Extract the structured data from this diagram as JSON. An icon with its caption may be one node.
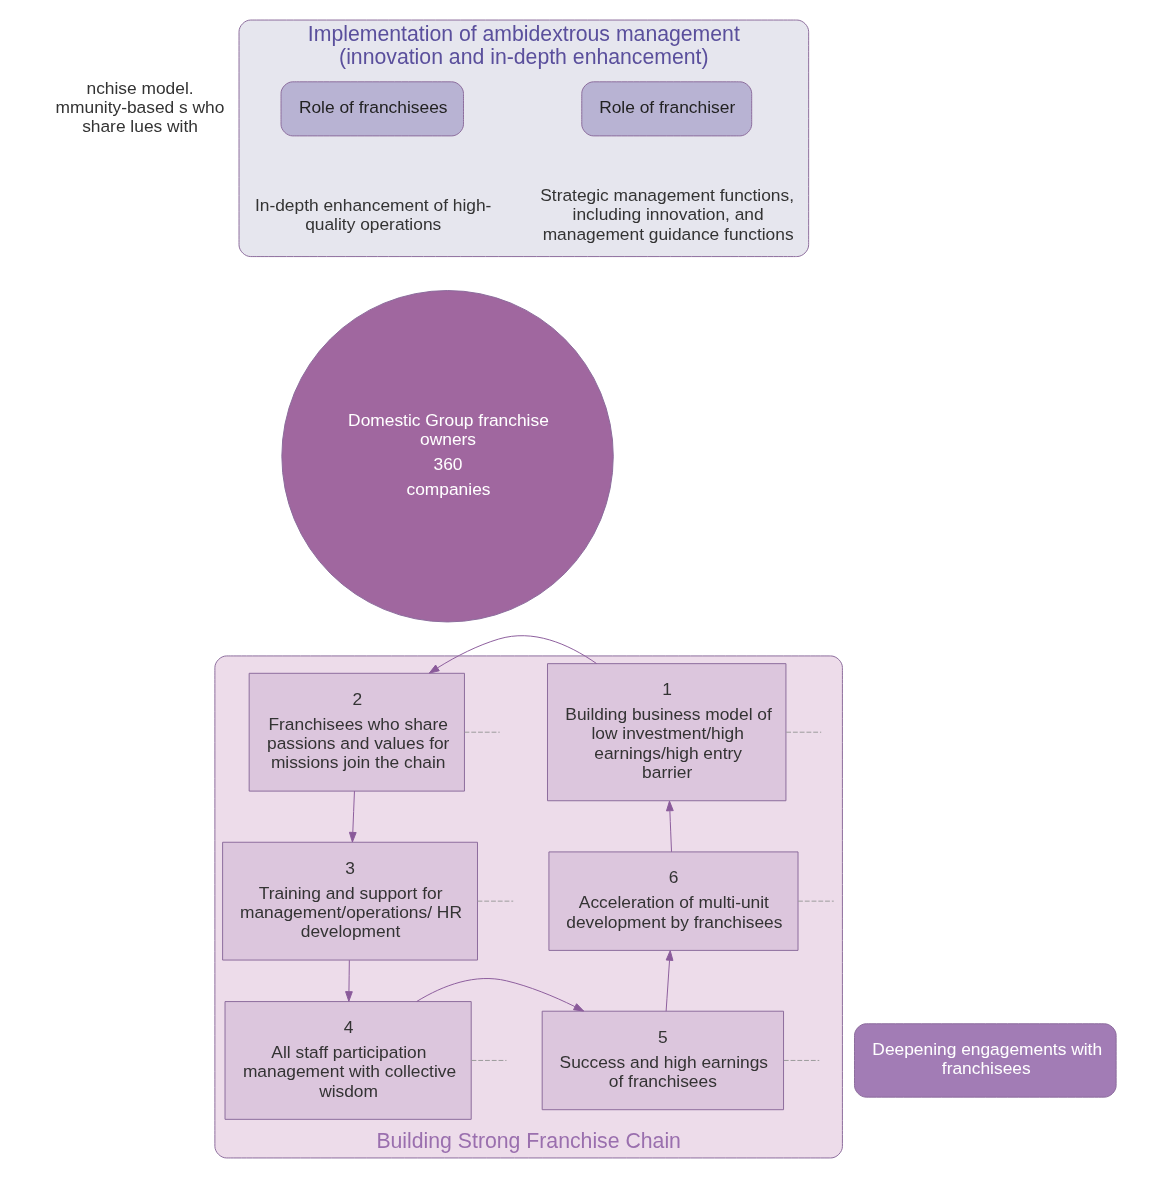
{
  "diagram": {
    "nodes": [
      {
        "text": [
          "Implementation of ambidextrous management",
          "(innovation and in-depth enhancement)"
        ]
      },
      {
        "text": [
          "Role of franchiser"
        ],
        "beside": [
          "Strategic management functions, including innovation, and management guidance functions"
        ],
        "in": 0
      },
      {
        "text": [
          "Role of franchisees"
        ],
        "beside": [
          "In-depth enhancement of high-quality operations"
        ],
        "in": 0
      },
      {
        "text": [
          "Domestic Group franchise owners",
          "360",
          "companies"
        ]
      },
      {
        "text": [
          "Building Strong Franchise Chain"
        ]
      },
      {
        "text": [
          "1",
          "Building business model of low investment/high earnings/high entry barrier"
        ],
        "in": 4
      },
      {
        "text": [
          "2",
          "Franchisees who share passions and values for missions join the chain"
        ],
        "in": 4
      },
      {
        "text": [
          "3",
          "Training and support for management/operations/ HR development"
        ],
        "in": 4
      },
      {
        "text": [
          "4",
          "All staff participation management with collective wisdom"
        ],
        "in": 4
      },
      {
        "text": [
          "5",
          "Success and high earnings of franchisees"
        ],
        "in": 4
      },
      {
        "text": [
          "6",
          "Acceleration of multi-unit development by franchisees"
        ],
        "in": 4
      },
      {
        "text": [
          "Deepening engagements with franchisees"
        ]
      }
    ],
    "edges": [
      {
        "from": 5,
        "to": 6,
        "arrow": "to"
      },
      {
        "from": 6,
        "to": 7,
        "arrow": "to"
      },
      {
        "from": 7,
        "to": 8,
        "arrow": "to"
      },
      {
        "from": 8,
        "to": 9,
        "arrow": "to"
      },
      {
        "from": 9,
        "to": 10,
        "arrow": "to"
      },
      {
        "from": 10,
        "to": 5,
        "arrow": "to"
      },
      {
        "from": 5,
        "to": null,
        "arrow": "none",
        "style": "dashed",
        "color": "#999999"
      },
      {
        "from": 6,
        "to": null,
        "arrow": "none",
        "style": "dashed",
        "color": "#999999"
      },
      {
        "from": 7,
        "to": null,
        "arrow": "none",
        "style": "dashed",
        "color": "#999999"
      },
      {
        "from": 8,
        "to": null,
        "arrow": "none",
        "style": "dashed",
        "color": "#999999"
      },
      {
        "from": 9,
        "to": null,
        "arrow": "none",
        "style": "dashed",
        "color": "#999999"
      },
      {
        "from": 10,
        "to": null,
        "arrow": "none",
        "style": "dashed",
        "color": "#999999"
      }
    ],
    "labels": [
      "nchise model. mmunity-based s who share lues with"
    ]
  }
}
